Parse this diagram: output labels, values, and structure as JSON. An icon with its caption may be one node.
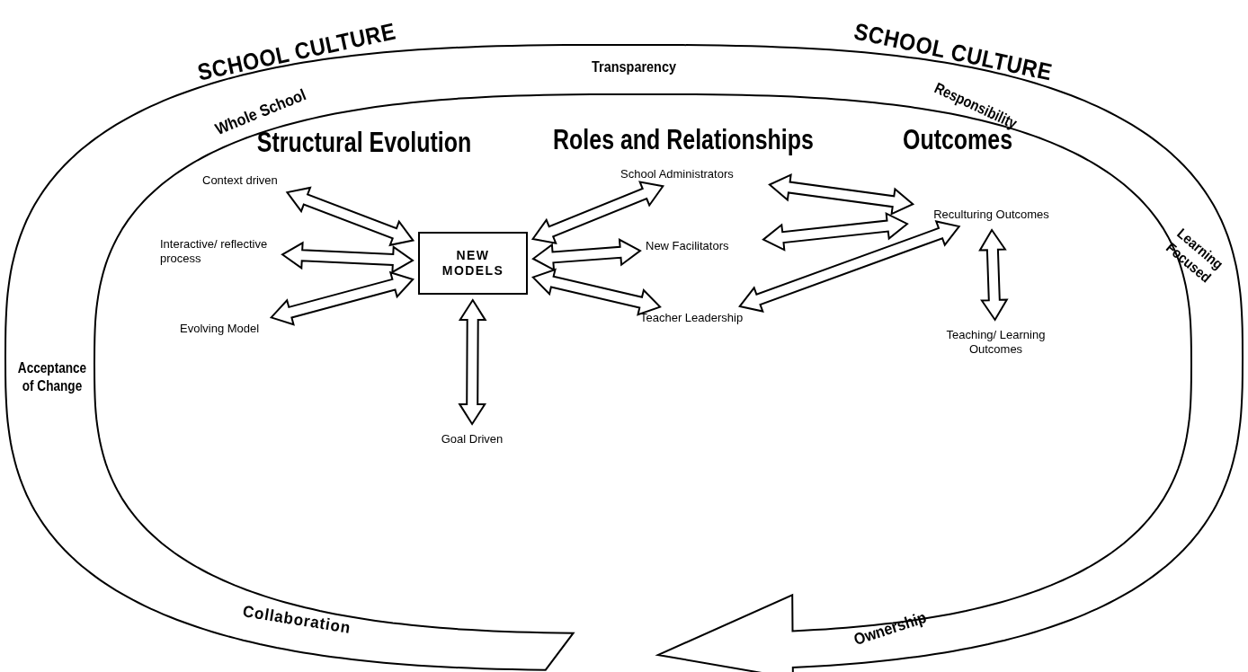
{
  "diagram": {
    "nodes": [
      {
        "text": [
          "Context driven"
        ]
      },
      {
        "text": [
          "Interactive/ reflective process"
        ]
      },
      {
        "text": [
          "Evolving Model"
        ]
      },
      {
        "text": [
          "NEW MODELS"
        ]
      },
      {
        "text": [
          "Goal Driven"
        ]
      },
      {
        "text": [
          "School Administrators"
        ]
      },
      {
        "text": [
          "New Facilitators"
        ]
      },
      {
        "text": [
          "Teacher Leadership"
        ]
      },
      {
        "text": [
          "Reculturing Outcomes"
        ]
      },
      {
        "text": [
          "Teaching/ Learning Outcomes"
        ]
      }
    ],
    "edges": [
      {
        "from": 0,
        "to": 3,
        "arrow": "both"
      },
      {
        "from": 1,
        "to": 3,
        "arrow": "both"
      },
      {
        "from": 2,
        "to": 3,
        "arrow": "both"
      },
      {
        "from": 3,
        "to": 4,
        "arrow": "both"
      },
      {
        "from": 3,
        "to": 5,
        "arrow": "both"
      },
      {
        "from": 3,
        "to": 6,
        "arrow": "both"
      },
      {
        "from": 3,
        "to": 7,
        "arrow": "both"
      },
      {
        "from": 5,
        "to": 8,
        "arrow": "both"
      },
      {
        "from": 6,
        "to": 8,
        "arrow": "both"
      },
      {
        "from": 7,
        "to": 8,
        "arrow": "both"
      },
      {
        "from": 8,
        "to": 9,
        "arrow": "both"
      }
    ],
    "labels": [
      "SCHOOL CULTURE",
      "Transparency",
      "SCHOOL CULTURE",
      "Whole School",
      "Responsibility",
      "Structural Evolution",
      "Roles and Relationships",
      "Outcomes",
      "Learning Focused",
      "Acceptance of Change",
      "Collaboration",
      "Ownership"
    ]
  }
}
